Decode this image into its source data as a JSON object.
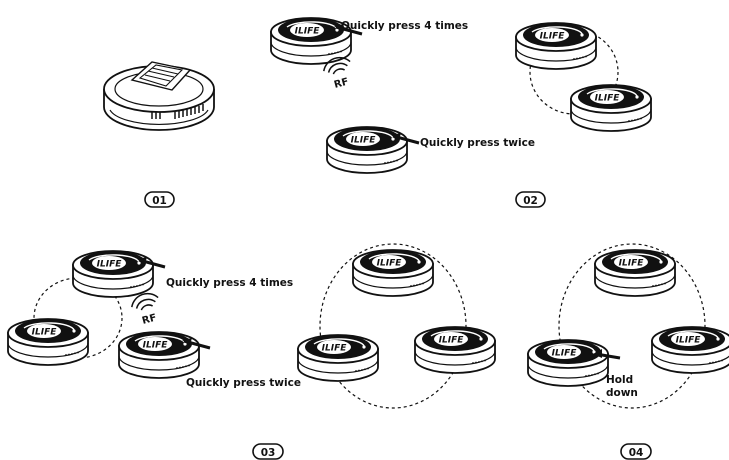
{
  "annotations": {
    "press4": "Quickly press 4 times",
    "press2": "Quickly press twice",
    "rf": "RF",
    "hold_line1": "Hold",
    "hold_line2": "down"
  },
  "steps": {
    "s1": "01",
    "s2": "02",
    "s3": "03",
    "s4": "04"
  },
  "device_badge_text": "ILIFE"
}
